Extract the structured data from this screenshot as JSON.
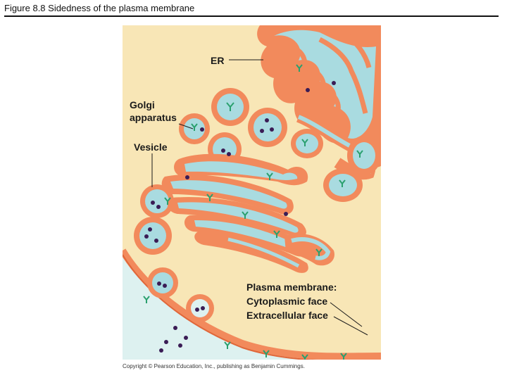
{
  "header": {
    "title": "Figure 8.8  Sidedness of the plasma membrane"
  },
  "labels": {
    "er": "ER",
    "golgi_line1": "Golgi",
    "golgi_line2": "apparatus",
    "vesicle": "Vesicle",
    "plasma_membrane": "Plasma membrane:",
    "cytoplasmic_face": "Cytoplasmic face",
    "extracellular_face": "Extracellular face"
  },
  "footer": {
    "credit": "Copyright © Pearson Education, Inc., publishing as Benjamin Cummings."
  },
  "colors": {
    "cytoplasm": "#f8e6b6",
    "membrane": "#f28a5c",
    "membrane_dark": "#e0673a",
    "lumen": "#a9dbe0",
    "extracellular": "#ddf1f0",
    "carbohydrate": "#2aa06e",
    "protein_dot": "#3a1c55"
  }
}
